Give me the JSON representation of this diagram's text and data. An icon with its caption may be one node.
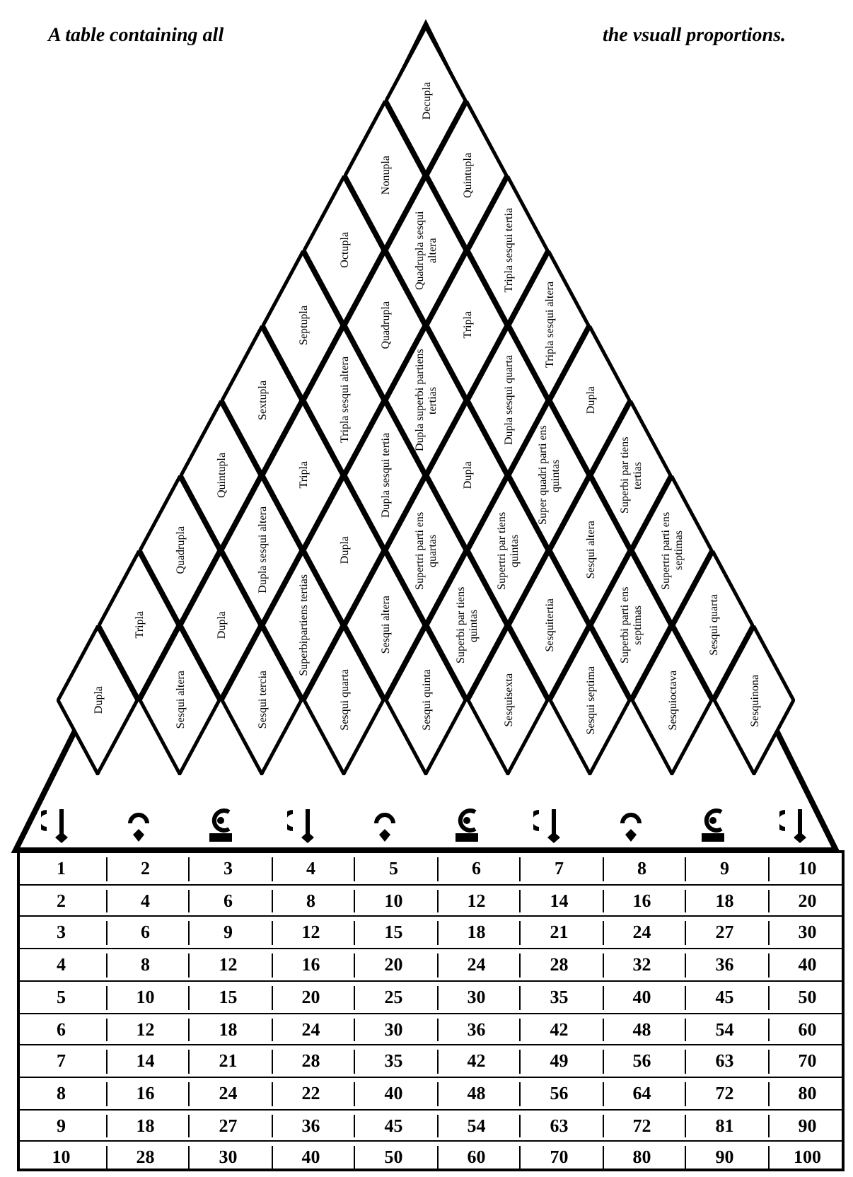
{
  "diagram": {
    "nodes": [
      {
        "text": [
          "Decupla"
        ]
      },
      {
        "text": [
          "Nonupla"
        ]
      },
      {
        "text": [
          "Quintupla"
        ]
      },
      {
        "text": [
          "Octupla"
        ]
      },
      {
        "text": [
          "Quadrupla sesqui altera"
        ]
      },
      {
        "text": [
          "Tripla sesqui tertia"
        ]
      },
      {
        "text": [
          "Septupla"
        ]
      },
      {
        "text": [
          "Quadrupla"
        ]
      },
      {
        "text": [
          "Tripla"
        ]
      },
      {
        "text": [
          "Tripla sesqui altera"
        ]
      },
      {
        "text": [
          "Sextupla"
        ]
      },
      {
        "text": [
          "Tripla sesqui altera"
        ]
      },
      {
        "text": [
          "Dupla superbi partiens tertias"
        ]
      },
      {
        "text": [
          "Dupla sesqui quarta"
        ]
      },
      {
        "text": [
          "Dupla"
        ]
      },
      {
        "text": [
          "Quintupla"
        ]
      },
      {
        "text": [
          "Tripla"
        ]
      },
      {
        "text": [
          "Dupla sesqui tertia"
        ]
      },
      {
        "text": [
          "Dupla"
        ]
      },
      {
        "text": [
          "Super quadri parti ens quintas"
        ]
      },
      {
        "text": [
          "Superbi par tiens tertias"
        ]
      },
      {
        "text": [
          "Quadrupla"
        ]
      },
      {
        "text": [
          "Dupla sesqui altera"
        ]
      },
      {
        "text": [
          "Dupla"
        ]
      },
      {
        "text": [
          "Supertri parti ens quartas"
        ]
      },
      {
        "text": [
          "Supertri par tiens quintas"
        ]
      },
      {
        "text": [
          "Sesqui altera"
        ]
      },
      {
        "text": [
          "Supertri parti ens septimas"
        ]
      },
      {
        "text": [
          "Tripla"
        ]
      },
      {
        "text": [
          "Dupla"
        ]
      },
      {
        "text": [
          "Superbipartiens tertias"
        ]
      },
      {
        "text": [
          "Sesqui altera"
        ]
      },
      {
        "text": [
          "Superbi par tiens quintas"
        ]
      },
      {
        "text": [
          "Sesquitertia"
        ]
      },
      {
        "text": [
          "Superbi parti ens septimas"
        ]
      },
      {
        "text": [
          "Sesqui quarta"
        ]
      },
      {
        "text": [
          "Dupla"
        ]
      },
      {
        "text": [
          "Sesqui altera"
        ]
      },
      {
        "text": [
          "Sesqui tercia"
        ]
      },
      {
        "text": [
          "Sesqui quarta"
        ]
      },
      {
        "text": [
          "Sesqui quinta"
        ]
      },
      {
        "text": [
          "Sesquisexta"
        ]
      },
      {
        "text": [
          "Sesqui septima"
        ]
      },
      {
        "text": [
          "Sesquioctava"
        ]
      },
      {
        "text": [
          "Sesquinona"
        ]
      }
    ],
    "labels": [
      "A table containing all",
      "the vsuall proportions.",
      "1",
      "2",
      "3",
      "4",
      "5",
      "6",
      "7",
      "8",
      "9",
      "10",
      "2",
      "4",
      "6",
      "8",
      "10",
      "12",
      "14",
      "16",
      "18",
      "20",
      "3",
      "6",
      "9",
      "12",
      "15",
      "18",
      "21",
      "24",
      "27",
      "30",
      "4",
      "8",
      "12",
      "16",
      "20",
      "24",
      "28",
      "32",
      "36",
      "40",
      "5",
      "10",
      "15",
      "20",
      "25",
      "30",
      "35",
      "40",
      "45",
      "50",
      "6",
      "12",
      "18",
      "24",
      "30",
      "36",
      "42",
      "48",
      "54",
      "60",
      "7",
      "14",
      "21",
      "28",
      "35",
      "42",
      "49",
      "56",
      "63",
      "70",
      "8",
      "16",
      "24",
      "22",
      "40",
      "48",
      "56",
      "64",
      "72",
      "80",
      "9",
      "18",
      "27",
      "36",
      "45",
      "54",
      "63",
      "72",
      "81",
      "90",
      "10",
      "28",
      "30",
      "40",
      "50",
      "60",
      "70",
      "80",
      "90",
      "100"
    ]
  }
}
